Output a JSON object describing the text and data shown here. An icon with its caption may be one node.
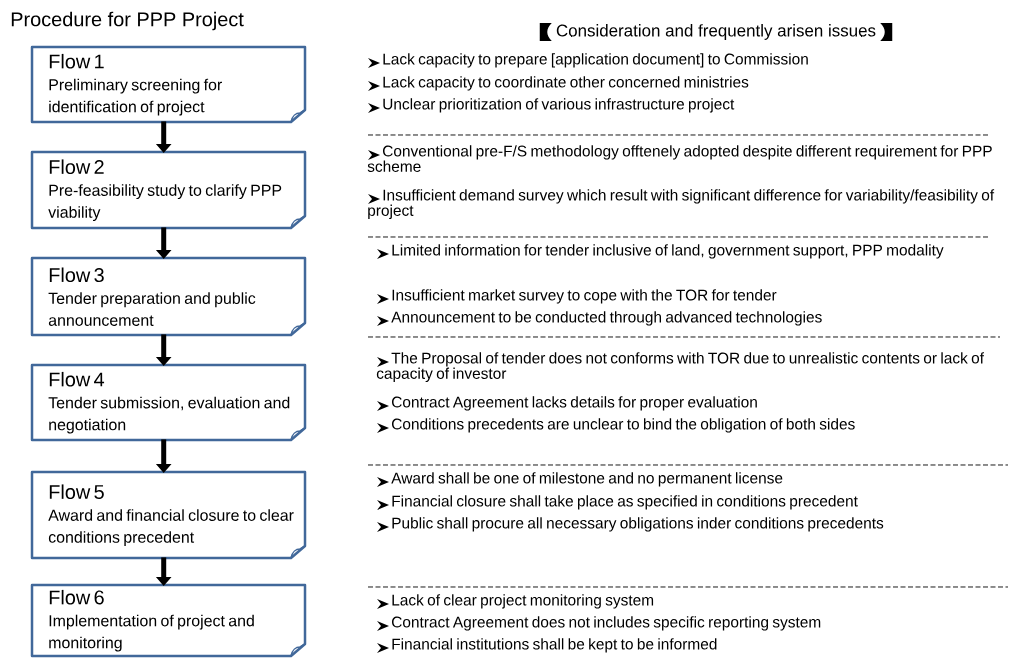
{
  "diagram": {
    "title": "Procedure for PPP Project",
    "nodes": [
      {
        "text": [
          "Flow 1",
          "Preliminary screening for identification of project"
        ]
      },
      {
        "text": [
          "Flow 2",
          "Pre-feasibility study to clarify PPP viability"
        ]
      },
      {
        "text": [
          "Flow 3",
          "Tender preparation and public announcement"
        ]
      },
      {
        "text": [
          "Flow 4",
          "Tender submission, evaluation and negotiation"
        ]
      },
      {
        "text": [
          "Flow 5",
          "Award and financial closure to clear conditions precedent"
        ]
      },
      {
        "text": [
          "Flow 6",
          "Implementation of project and monitoring"
        ]
      }
    ],
    "edges": [
      {
        "from": 0,
        "to": 1,
        "arrow": "to"
      },
      {
        "from": 1,
        "to": 2,
        "arrow": "to"
      },
      {
        "from": 2,
        "to": 3,
        "arrow": "to"
      },
      {
        "from": 3,
        "to": 4,
        "arrow": "to"
      },
      {
        "from": 4,
        "to": 5,
        "arrow": "to"
      }
    ],
    "labels": [
      "Consideration and frequently arisen issues",
      "Lack capacity to prepare [application document] to Commission",
      "Lack capacity to coordinate other concerned ministries",
      "Unclear prioritization of various infrastructure project",
      "Conventional pre-F/S methodology offtenely adopted despite different requirement for PPP scheme",
      "Insufficient demand survey which result with significant difference for variability/feasibility of project",
      "Limited information for tender inclusive of land, government support, PPP modality",
      "Insufficient market survey to cope with the TOR for tender",
      "Announcement to be conducted through advanced technologies",
      "The Proposal of tender does not conforms with TOR due to unrealistic contents or lack of capacity of investor",
      "Contract Agreement lacks details for proper evaluation",
      "Conditions precedents are unclear to bind the obligation of both sides",
      "Award shall be one of milestone and no permanent license",
      "Financial closure shall take place as specified in conditions precedent",
      "Public shall procure all necessary obligations inder conditions precedents",
      "Lack of clear project monitoring system",
      "Contract Agreement does not includes specific reporting system",
      "Financial institutions shall be kept to be informed"
    ]
  }
}
